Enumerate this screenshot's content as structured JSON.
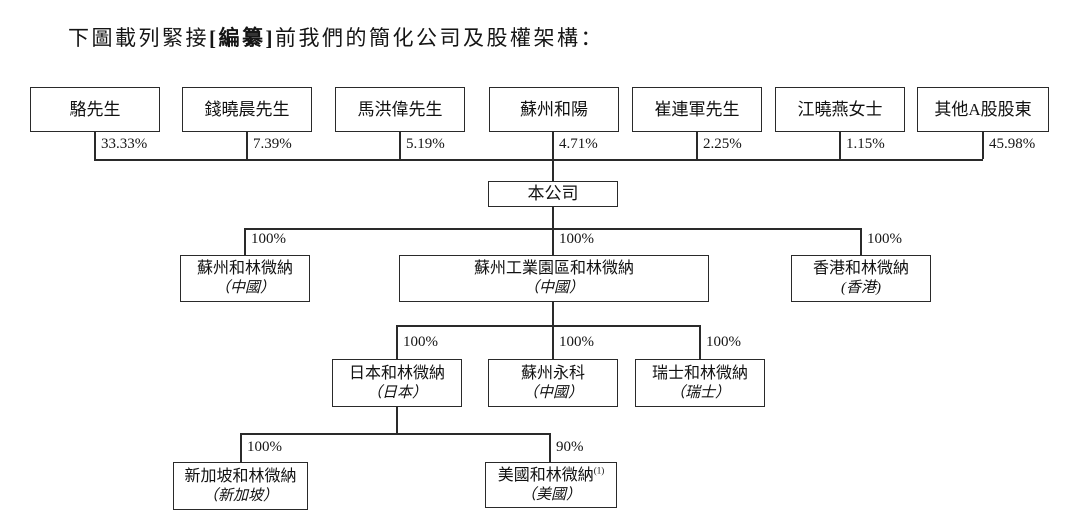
{
  "title": {
    "prefix": "下圖載列緊接",
    "bracketed": "[編纂]",
    "suffix": "前我們的簡化公司及股權架構："
  },
  "company_box": {
    "label": "本公司"
  },
  "shareholders": [
    {
      "name": "駱先生",
      "pct": "33.33%"
    },
    {
      "name": "錢曉晨先生",
      "pct": "7.39%"
    },
    {
      "name": "馬洪偉先生",
      "pct": "5.19%"
    },
    {
      "name": "蘇州和陽",
      "pct": "4.71%"
    },
    {
      "name": "崔連軍先生",
      "pct": "2.25%"
    },
    {
      "name": "江曉燕女士",
      "pct": "1.15%"
    },
    {
      "name": "其他A股股東",
      "pct": "45.98%"
    }
  ],
  "level2": [
    {
      "name": "蘇州和林微納",
      "region": "（中國）",
      "pct": "100%"
    },
    {
      "name": "蘇州工業園區和林微納",
      "region": "（中國）",
      "pct": "100%"
    },
    {
      "name": "香港和林微納",
      "region": "(香港)",
      "pct": "100%"
    }
  ],
  "level3": [
    {
      "name": "日本和林微納",
      "region": "（日本）",
      "pct": "100%"
    },
    {
      "name": "蘇州永科",
      "region": "（中國）",
      "pct": "100%"
    },
    {
      "name": "瑞士和林微納",
      "region": "（瑞士）",
      "pct": "100%"
    }
  ],
  "level4": [
    {
      "name": "新加坡和林微納",
      "region": "（新加坡）",
      "pct": "100%"
    },
    {
      "name": "美國和林微納",
      "note_sup": "(1)",
      "region": "（美國）",
      "pct": "90%"
    }
  ],
  "colors": {
    "line": "#2a2a2a",
    "text": "#151515",
    "background": "#ffffff"
  }
}
